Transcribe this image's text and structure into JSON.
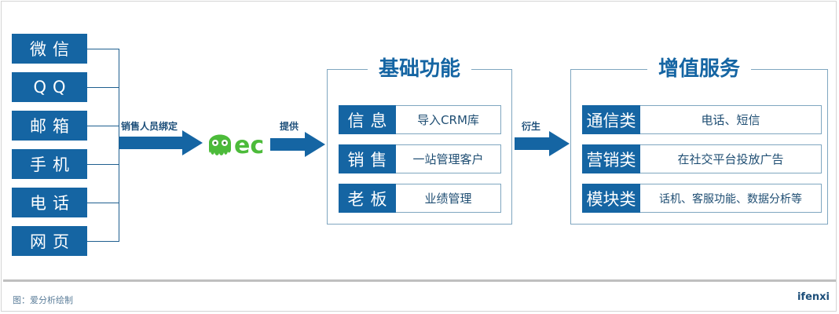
{
  "sources": {
    "items": [
      {
        "label": "微信"
      },
      {
        "label": "QQ"
      },
      {
        "label": "邮箱"
      },
      {
        "label": "手机"
      },
      {
        "label": "电话"
      },
      {
        "label": "网页"
      }
    ],
    "arrow_label": "销售人员绑定"
  },
  "logo": {
    "text": "ec",
    "icon": "octopus-mascot-icon",
    "color": "#4cbb3a"
  },
  "provide_arrow_label": "提供",
  "basic_features": {
    "title": "基础功能",
    "rows": [
      {
        "label": "信息",
        "desc": "导入CRM库"
      },
      {
        "label": "销售",
        "desc": "一站管理客户"
      },
      {
        "label": "老板",
        "desc": "业绩管理"
      }
    ]
  },
  "derive_arrow_label": "衍生",
  "value_added": {
    "title": "增值服务",
    "rows": [
      {
        "label": "通信类",
        "desc": "电话、短信"
      },
      {
        "label": "营销类",
        "desc": "在社交平台投放广告"
      },
      {
        "label": "模块类",
        "desc": "话机、客服功能、数据分析等"
      }
    ]
  },
  "footer": {
    "caption": "图：爱分析绘制",
    "brand": "ifenxi"
  },
  "colors": {
    "primary_blue": "#1565a3",
    "border_blue": "#7fa6c0",
    "logo_green": "#4cbb3a"
  }
}
